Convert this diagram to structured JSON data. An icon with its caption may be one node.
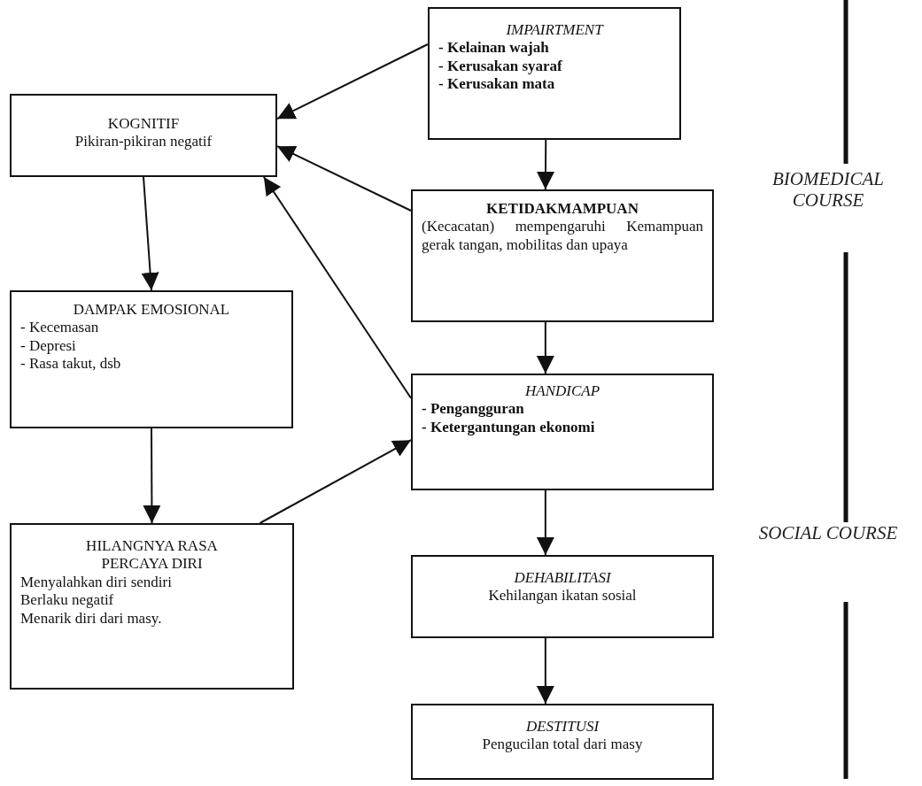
{
  "diagram": {
    "nodes": [
      {
        "text": [
          "IMPAIRTMENT",
          "- Kelainan wajah",
          "- Kerusakan syaraf",
          "- Kerusakan mata"
        ]
      },
      {
        "text": [
          "KOGNITIF",
          "Pikiran-pikiran negatif"
        ]
      },
      {
        "text": [
          "KETIDAKMAMPUAN",
          "(Kecacatan) mempengaruhi Kemampuan gerak tangan, mobilitas dan upaya"
        ]
      },
      {
        "text": [
          "DAMPAK EMOSIONAL",
          "- Kecemasan",
          "- Depresi",
          "- Rasa takut, dsb"
        ]
      },
      {
        "text": [
          "HANDICAP",
          "- Pengangguran",
          "- Ketergantungan ekonomi"
        ]
      },
      {
        "text": [
          "HILANGNYA RASA PERCAYA DIRI",
          "Menyalahkan diri sendiri",
          "Berlaku negatif",
          "Menarik diri dari masy."
        ]
      },
      {
        "text": [
          "DEHABILITASI",
          "Kehilangan ikatan sosial"
        ]
      },
      {
        "text": [
          "DESTITUSI",
          "Pengucilan total dari masy"
        ]
      }
    ],
    "edges": [
      {
        "from": 0,
        "to": 1,
        "arrow": "to"
      },
      {
        "from": 2,
        "to": 1,
        "arrow": "to"
      },
      {
        "from": 4,
        "to": 1,
        "arrow": "to"
      },
      {
        "from": 1,
        "to": 3,
        "arrow": "to"
      },
      {
        "from": 3,
        "to": 5,
        "arrow": "to"
      },
      {
        "from": 5,
        "to": 4,
        "arrow": "to"
      },
      {
        "from": 0,
        "to": 2,
        "arrow": "to"
      },
      {
        "from": 2,
        "to": 4,
        "arrow": "to"
      },
      {
        "from": 4,
        "to": 6,
        "arrow": "to"
      },
      {
        "from": 6,
        "to": 7,
        "arrow": "to"
      }
    ],
    "labels": [
      "BIOMEDICAL COURSE",
      "SOCIAL COURSE"
    ]
  }
}
